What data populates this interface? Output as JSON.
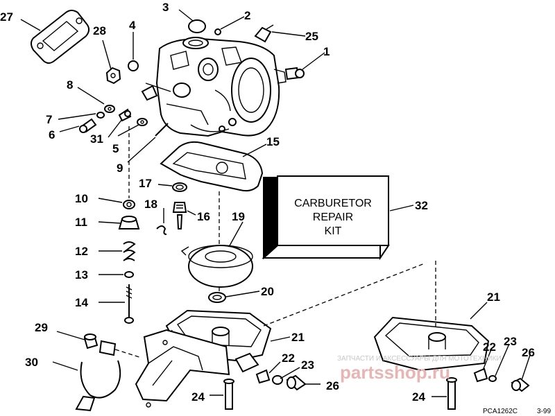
{
  "callouts": {
    "c1": "1",
    "c2": "2",
    "c3": "3",
    "c4": "4",
    "c5": "5",
    "c6": "6",
    "c7": "7",
    "c8": "8",
    "c9": "9",
    "c10": "10",
    "c11": "11",
    "c12": "12",
    "c13": "13",
    "c14": "14",
    "c15": "15",
    "c16": "16",
    "c17": "17",
    "c18": "18",
    "c19": "19",
    "c20": "20",
    "c21a": "21",
    "c21b": "21",
    "c22a": "22",
    "c22b": "22",
    "c23a": "23",
    "c23b": "23",
    "c24a": "24",
    "c24b": "24",
    "c25": "25",
    "c26a": "26",
    "c26b": "26",
    "c27": "27",
    "c28": "28",
    "c29": "29",
    "c30": "30",
    "c31": "31",
    "c32": "32"
  },
  "kit_box": {
    "line1": "CARBURETOR",
    "line2": "REPAIR",
    "line3": "KIT"
  },
  "drawing_code": "PCA1262C",
  "revision": "3-99",
  "watermark": {
    "text": "ЗАПЧАСТИ И АКСЕССУАРЫ ДЛЯ МОТОТЕХНИКИ",
    "brand": "partsshop.ru"
  }
}
